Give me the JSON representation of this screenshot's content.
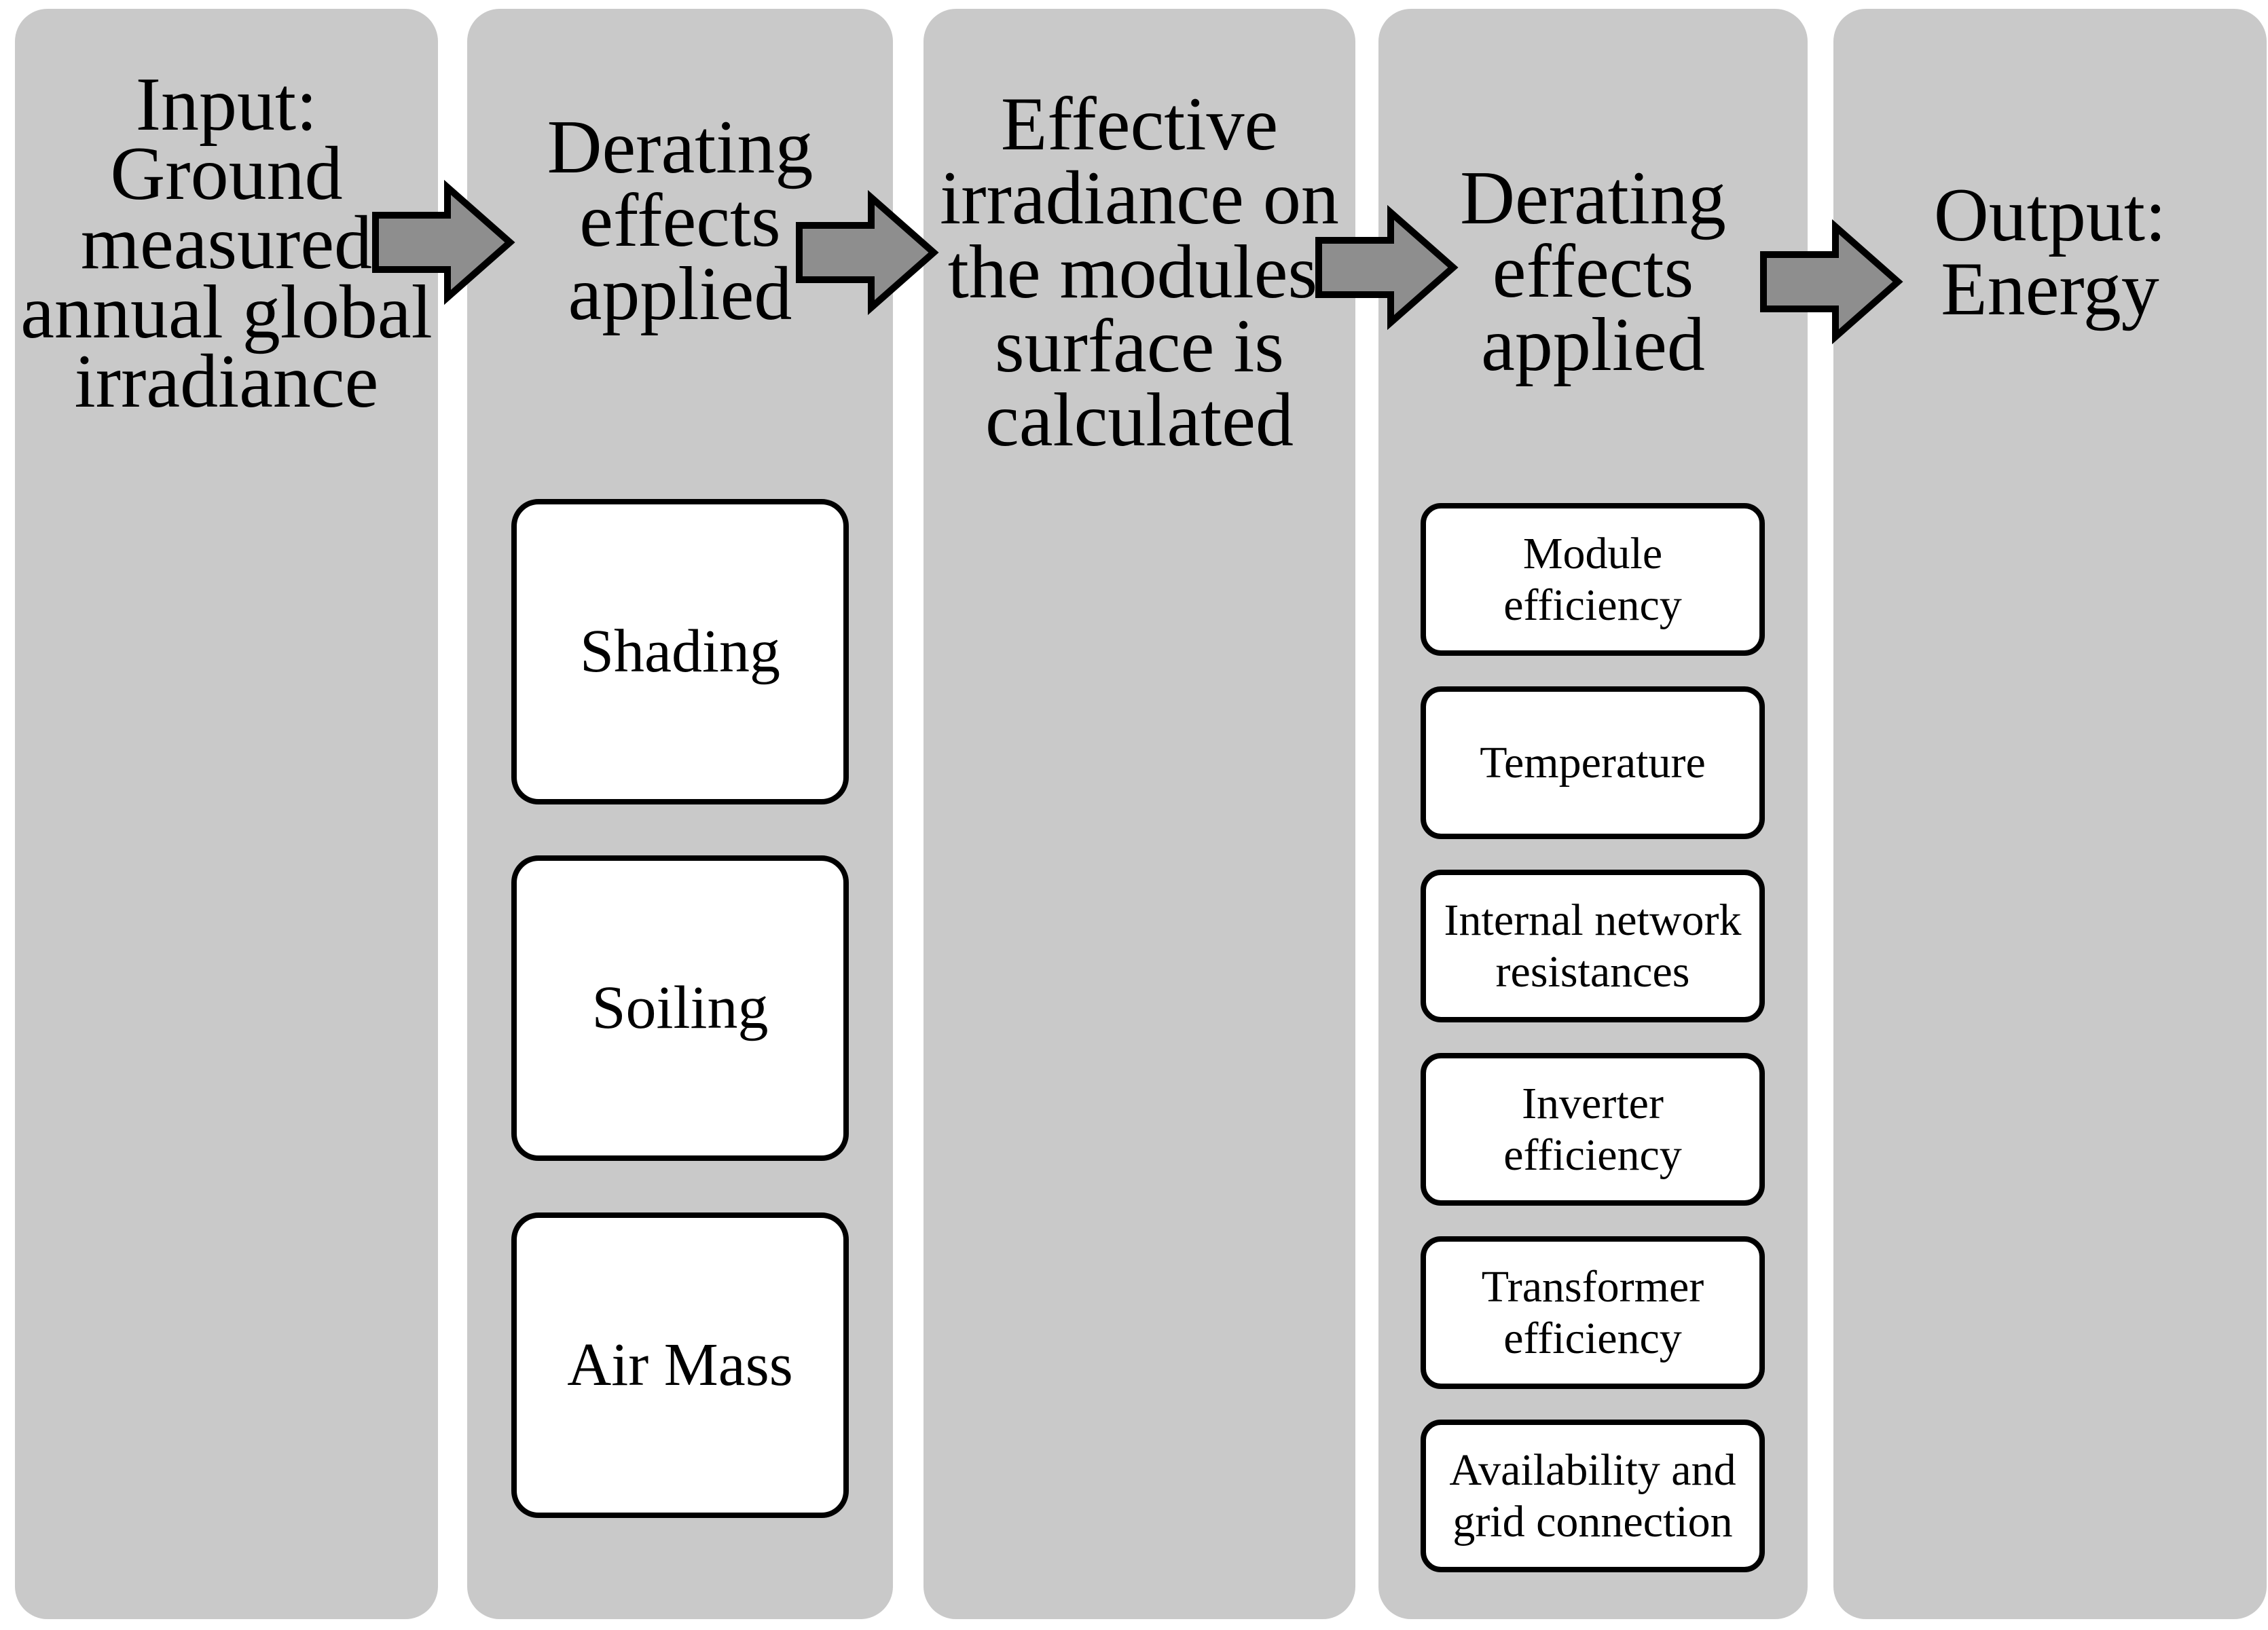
{
  "diagram": {
    "type": "process-flow",
    "direction": "left-to-right",
    "columns": [
      {
        "id": "input-stage",
        "title": "Input:\nGround\nmeasured\nannual global\nirradiance",
        "boxes": []
      },
      {
        "id": "derating-stage-1",
        "title": "Derating\neffects\napplied",
        "boxes": [
          "Shading",
          "Soiling",
          "Air Mass"
        ]
      },
      {
        "id": "effective-irradiance-stage",
        "title": "Effective\nirradiance on\nthe modules'\nsurface is\ncalculated",
        "boxes": []
      },
      {
        "id": "derating-stage-2",
        "title": "Derating\neffects\napplied",
        "boxes": [
          "Module efficiency",
          "Temperature",
          "Internal network resistances",
          "Inverter efficiency",
          "Transformer efficiency",
          "Availability and grid connection"
        ]
      },
      {
        "id": "output-stage",
        "title": "Output:\nEnergy",
        "boxes": []
      }
    ],
    "arrows": [
      {
        "icon": "right-arrow-icon",
        "from": "input-stage",
        "to": "derating-stage-1"
      },
      {
        "icon": "right-arrow-icon",
        "from": "derating-stage-1",
        "to": "effective-irradiance-stage"
      },
      {
        "icon": "right-arrow-icon",
        "from": "effective-irradiance-stage",
        "to": "derating-stage-2"
      },
      {
        "icon": "right-arrow-icon",
        "from": "derating-stage-2",
        "to": "output-stage"
      }
    ]
  },
  "colors": {
    "column_bg": "#c9c9c9",
    "box_bg": "#ffffff",
    "box_border": "#000000",
    "arrow_fill": "#8e8e8e",
    "arrow_stroke": "#000000",
    "text": "#000000",
    "page_bg": "#ffffff"
  }
}
